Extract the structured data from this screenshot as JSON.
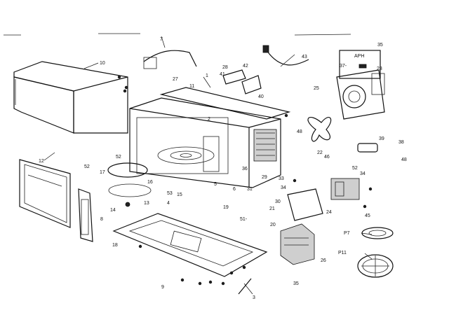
{
  "diagram": {
    "type": "exploded-parts-diagram",
    "callouts": {
      "c1": "1",
      "c2": "2",
      "c3": "3",
      "c4": "4",
      "c5": "5",
      "c6": "6",
      "c7": "7",
      "c8": "8",
      "c9": "9",
      "c10": "10",
      "c11": "11",
      "c12": "12",
      "c13": "13",
      "c14": "14",
      "c15": "15",
      "c16": "16",
      "c17": "17",
      "c18": "18",
      "c19": "19",
      "c20": "20",
      "c21": "21",
      "c22": "22",
      "c23": "23",
      "c24": "24",
      "c25": "25",
      "c26": "26",
      "c27": "27",
      "c28": "28",
      "c29": "29",
      "c30": "30",
      "c31": "31",
      "c33": "33",
      "c34": "34",
      "c35": "35",
      "c36": "36",
      "c37": "37-",
      "c38": "38",
      "c39": "39",
      "c40": "40",
      "c41": "41",
      "c42": "42",
      "c43": "43",
      "c45": "45",
      "c46": "46",
      "c48": "48",
      "c51": "51-",
      "c52": "52",
      "c53": "53",
      "p7": "P7",
      "p11": "P11"
    },
    "aph_box_label": "APH"
  }
}
